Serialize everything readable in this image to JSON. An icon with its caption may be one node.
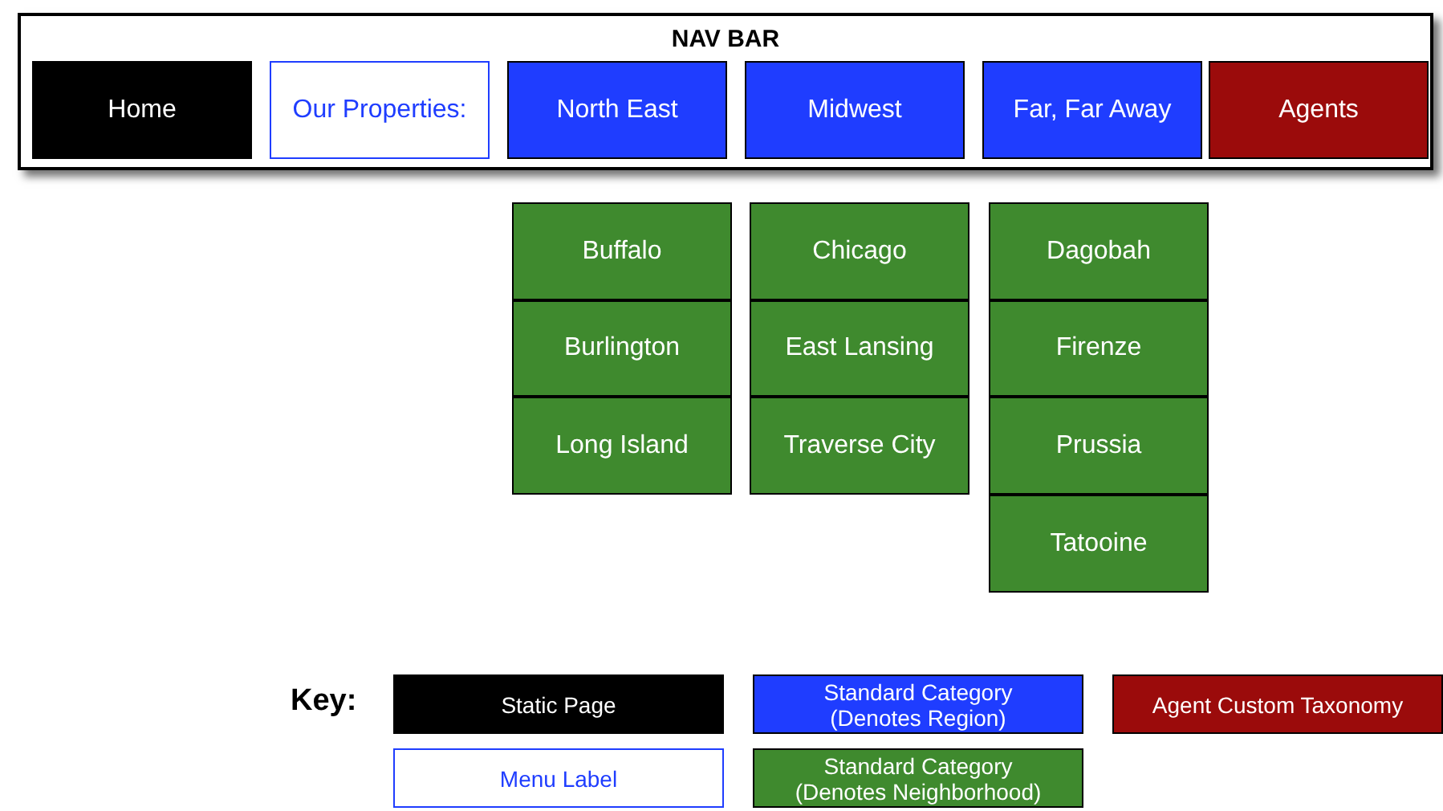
{
  "diagram": {
    "nodes": [
      {
        "text": [
          "NAV BAR"
        ]
      },
      {
        "text": [
          "Home"
        ],
        "in": 0
      },
      {
        "text": [
          "Our Properties:"
        ],
        "in": 0
      },
      {
        "text": [
          "North East"
        ],
        "in": 0
      },
      {
        "text": [
          "Midwest"
        ],
        "in": 0
      },
      {
        "text": [
          "Far, Far Away"
        ],
        "in": 0
      },
      {
        "text": [
          "Agents"
        ],
        "in": 0
      },
      {
        "text": [
          "Buffalo"
        ]
      },
      {
        "text": [
          "Burlington"
        ]
      },
      {
        "text": [
          "Long Island"
        ]
      },
      {
        "text": [
          "Chicago"
        ]
      },
      {
        "text": [
          "East Lansing"
        ]
      },
      {
        "text": [
          "Traverse City"
        ]
      },
      {
        "text": [
          "Dagobah"
        ]
      },
      {
        "text": [
          "Firenze"
        ]
      },
      {
        "text": [
          "Prussia"
        ]
      },
      {
        "text": [
          "Tatooine"
        ]
      }
    ],
    "edges": [],
    "labels": [
      "Key:"
    ],
    "legend": [
      {
        "text": "Static Page",
        "color": "#000000"
      },
      {
        "text": "Standard Category (Denotes Region)",
        "color": "#1f3dff"
      },
      {
        "text": "Agent Custom Taxonomy",
        "color": "#9b0b0b"
      },
      {
        "text": "Menu Label",
        "color": "#ffffff"
      },
      {
        "text": "Standard Category (Denotes Neighborhood)",
        "color": "#3f8a2e"
      }
    ]
  }
}
